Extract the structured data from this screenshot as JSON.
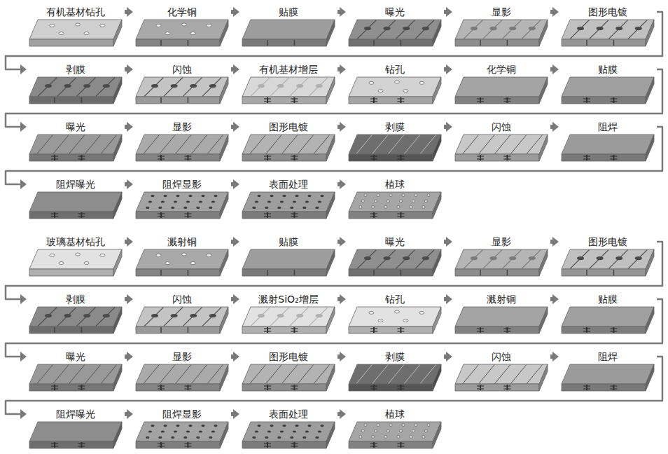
{
  "diagram": {
    "nodes": [
      {
        "text": [
          "有机基材钻孔"
        ]
      },
      {
        "text": [
          "化学铜"
        ]
      },
      {
        "text": [
          "贴膜"
        ]
      },
      {
        "text": [
          "曝光"
        ]
      },
      {
        "text": [
          "显影"
        ]
      },
      {
        "text": [
          "图形电镀"
        ]
      },
      {
        "text": [
          "剥膜"
        ]
      },
      {
        "text": [
          "闪蚀"
        ]
      },
      {
        "text": [
          "有机基材增层"
        ]
      },
      {
        "text": [
          "钻孔"
        ]
      },
      {
        "text": [
          "化学铜"
        ]
      },
      {
        "text": [
          "贴膜"
        ]
      },
      {
        "text": [
          "曝光"
        ]
      },
      {
        "text": [
          "显影"
        ]
      },
      {
        "text": [
          "图形电镀"
        ]
      },
      {
        "text": [
          "剥膜"
        ]
      },
      {
        "text": [
          "闪蚀"
        ]
      },
      {
        "text": [
          "阻焊"
        ]
      },
      {
        "text": [
          "阻焊曝光"
        ]
      },
      {
        "text": [
          "阻焊显影"
        ]
      },
      {
        "text": [
          "表面处理"
        ]
      },
      {
        "text": [
          "植球"
        ]
      },
      {
        "text": [
          "玻璃基材钻孔"
        ]
      },
      {
        "text": [
          "溅射铜"
        ]
      },
      {
        "text": [
          "贴膜"
        ]
      },
      {
        "text": [
          "曝光"
        ]
      },
      {
        "text": [
          "显影"
        ]
      },
      {
        "text": [
          "图形电镀"
        ]
      },
      {
        "text": [
          "剥膜"
        ]
      },
      {
        "text": [
          "闪蚀"
        ]
      },
      {
        "text": [
          "溅射SiO₂增层"
        ]
      },
      {
        "text": [
          "钻孔"
        ]
      },
      {
        "text": [
          "溅射铜"
        ]
      },
      {
        "text": [
          "贴膜"
        ]
      },
      {
        "text": [
          "曝光"
        ]
      },
      {
        "text": [
          "显影"
        ]
      },
      {
        "text": [
          "图形电镀"
        ]
      },
      {
        "text": [
          "剥膜"
        ]
      },
      {
        "text": [
          "闪蚀"
        ]
      },
      {
        "text": [
          "阻焊"
        ]
      },
      {
        "text": [
          "阻焊曝光"
        ]
      },
      {
        "text": [
          "阻焊显影"
        ]
      },
      {
        "text": [
          "表面处理"
        ]
      },
      {
        "text": [
          "植球"
        ]
      }
    ],
    "edges": [
      {
        "from": 0,
        "to": 1,
        "arrow": "to"
      },
      {
        "from": 1,
        "to": 2,
        "arrow": "to"
      },
      {
        "from": 2,
        "to": 3,
        "arrow": "to"
      },
      {
        "from": 3,
        "to": 4,
        "arrow": "to"
      },
      {
        "from": 4,
        "to": 5,
        "arrow": "to"
      },
      {
        "from": 5,
        "to": 6,
        "arrow": "to"
      },
      {
        "from": 6,
        "to": 7,
        "arrow": "to"
      },
      {
        "from": 7,
        "to": 8,
        "arrow": "to"
      },
      {
        "from": 8,
        "to": 9,
        "arrow": "to"
      },
      {
        "from": 9,
        "to": 10,
        "arrow": "to"
      },
      {
        "from": 10,
        "to": 11,
        "arrow": "to"
      },
      {
        "from": 11,
        "to": 12,
        "arrow": "to"
      },
      {
        "from": 12,
        "to": 13,
        "arrow": "to"
      },
      {
        "from": 13,
        "to": 14,
        "arrow": "to"
      },
      {
        "from": 14,
        "to": 15,
        "arrow": "to"
      },
      {
        "from": 15,
        "to": 16,
        "arrow": "to"
      },
      {
        "from": 16,
        "to": 17,
        "arrow": "to"
      },
      {
        "from": 17,
        "to": 18,
        "arrow": "to"
      },
      {
        "from": 18,
        "to": 19,
        "arrow": "to"
      },
      {
        "from": 19,
        "to": 20,
        "arrow": "to"
      },
      {
        "from": 20,
        "to": 21,
        "arrow": "to"
      },
      {
        "from": 22,
        "to": 23,
        "arrow": "to"
      },
      {
        "from": 23,
        "to": 24,
        "arrow": "to"
      },
      {
        "from": 24,
        "to": 25,
        "arrow": "to"
      },
      {
        "from": 25,
        "to": 26,
        "arrow": "to"
      },
      {
        "from": 26,
        "to": 27,
        "arrow": "to"
      },
      {
        "from": 27,
        "to": 28,
        "arrow": "to"
      },
      {
        "from": 28,
        "to": 29,
        "arrow": "to"
      },
      {
        "from": 29,
        "to": 30,
        "arrow": "to"
      },
      {
        "from": 30,
        "to": 31,
        "arrow": "to"
      },
      {
        "from": 31,
        "to": 32,
        "arrow": "to"
      },
      {
        "from": 32,
        "to": 33,
        "arrow": "to"
      },
      {
        "from": 33,
        "to": 34,
        "arrow": "to"
      },
      {
        "from": 34,
        "to": 35,
        "arrow": "to"
      },
      {
        "from": 35,
        "to": 36,
        "arrow": "to"
      },
      {
        "from": 36,
        "to": 37,
        "arrow": "to"
      },
      {
        "from": 37,
        "to": 38,
        "arrow": "to"
      },
      {
        "from": 38,
        "to": 39,
        "arrow": "to"
      },
      {
        "from": 39,
        "to": 40,
        "arrow": "to"
      },
      {
        "from": 40,
        "to": 41,
        "arrow": "to"
      },
      {
        "from": 41,
        "to": 42,
        "arrow": "to"
      },
      {
        "from": 42,
        "to": 43,
        "arrow": "to"
      }
    ]
  }
}
